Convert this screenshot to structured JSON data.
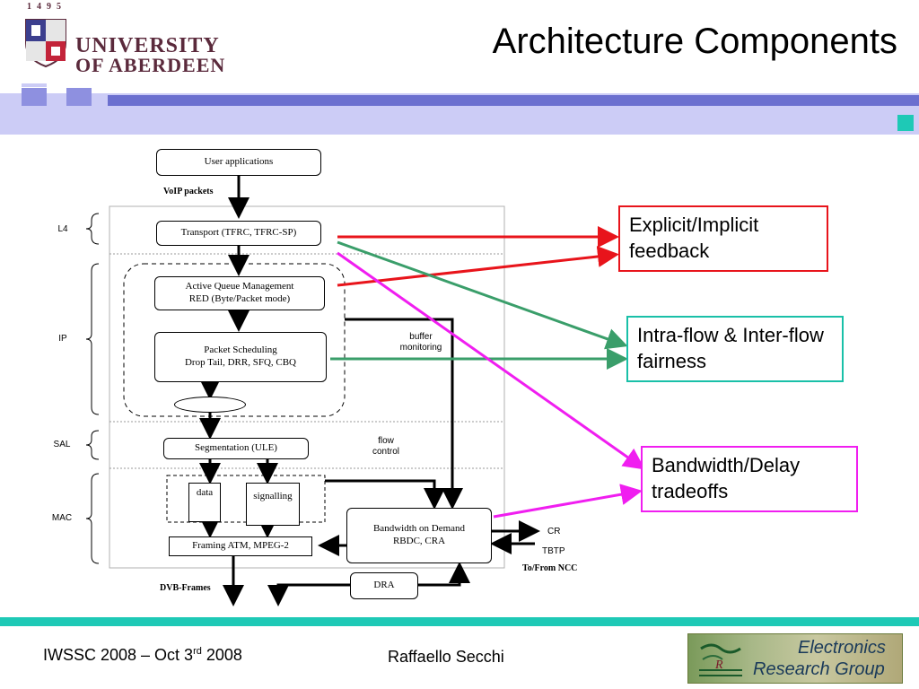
{
  "slide": {
    "title": "Architecture Components",
    "logo": {
      "line1": "UNIVERSITY",
      "line2": "OF ABERDEEN",
      "crest_year": "1495"
    },
    "footer": {
      "left_main": "IWSSC 2008 – Oct 3",
      "left_sup": "rd",
      "left_end": " 2008",
      "center": "Raffaello Secchi",
      "right_logo_line1": "Electronics",
      "right_logo_line2": "Research Group"
    }
  },
  "diagram": {
    "layers": {
      "l4": "L4",
      "ip": "IP",
      "sal": "SAL",
      "mac": "MAC"
    },
    "boxes": {
      "user_apps": "User applications",
      "transport": "Transport (TFRC, TFRC-SP)",
      "aqm_line1": "Active Queue Management",
      "aqm_line2": "RED (Byte/Packet mode)",
      "sched_line1": "Packet Scheduling",
      "sched_line2": "Drop Tail, DRR, SFQ, CBQ",
      "segmentation": "Segmentation (ULE)",
      "data": "data",
      "signalling": "signalling",
      "framing": "Framing ATM, MPEG-2",
      "bod_line1": "Bandwidth on Demand",
      "bod_line2": "RBDC, CRA",
      "dra": "DRA"
    },
    "labels": {
      "voip": "VoIP packets",
      "buffer_line1": "buffer",
      "buffer_line2": "monitoring",
      "flow_line1": "flow",
      "flow_line2": "control",
      "cr": "CR",
      "tbtp": "TBTP",
      "ncc": "To/From NCC",
      "dvb": "DVB-Frames"
    },
    "callouts": {
      "feedback": "Explicit/Implicit feedback",
      "fairness": "Intra-flow & Inter-flow fairness",
      "bandwidth": "Bandwidth/Delay tradeoffs"
    },
    "colors": {
      "red": "#e8141b",
      "green": "#3a9e6a",
      "magenta": "#f01ef0",
      "teal": "#19c0a8",
      "band_blue": "#6b6fcf",
      "band_light": "#ccccf6",
      "footer_teal": "#1ec9b6"
    }
  }
}
